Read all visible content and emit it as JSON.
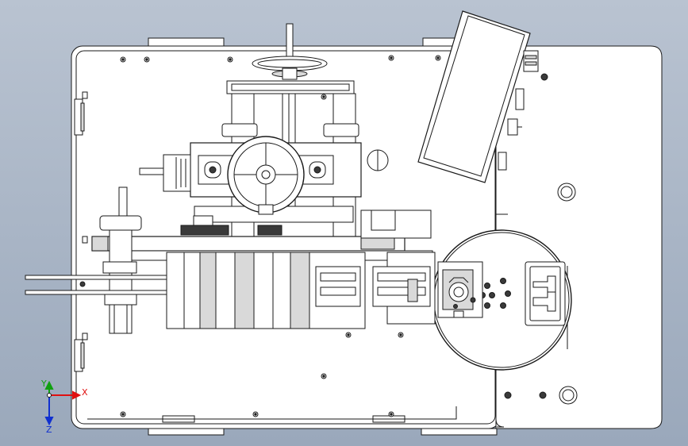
{
  "viewport": {
    "background_top": "#b9c3d1",
    "background_bottom": "#9aa8bb",
    "line_color": "#1a1a1a",
    "part_fill": "#ffffff",
    "shade_fill": "#d9d9d9",
    "dark_fill": "#3a3a3a"
  },
  "triad": {
    "x_label": "X",
    "y_label": "Y",
    "z_label": "Z",
    "x_color": "#e01010",
    "y_color": "#10a010",
    "z_color": "#1030d0"
  }
}
